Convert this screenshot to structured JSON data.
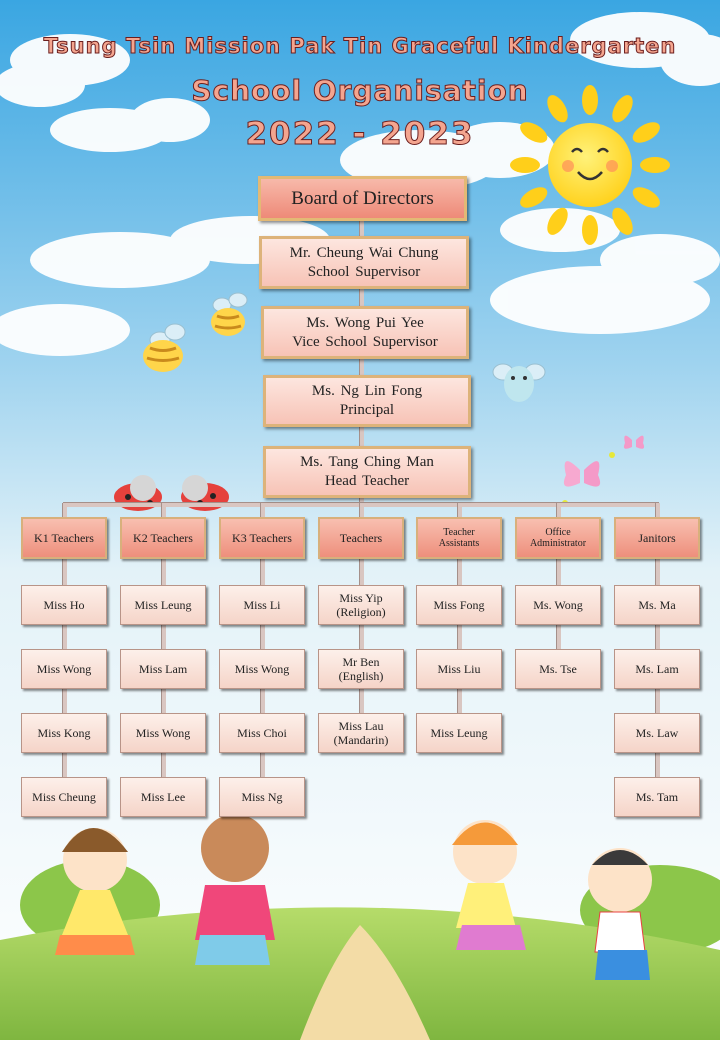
{
  "header": {
    "school_name": "Tsung Tsin Mission Pak Tin Graceful Kindergarten",
    "subtitle": "School Organisation",
    "year": "2022 - 2023"
  },
  "board": {
    "label": "Board of Directors"
  },
  "leadership": [
    {
      "name": "Mr. Cheung Wai Chung",
      "role": "School Supervisor"
    },
    {
      "name": "Ms. Wong Pui Yee",
      "role": "Vice School Supervisor"
    },
    {
      "name": "Ms. Ng Lin Fong",
      "role": "Principal"
    },
    {
      "name": "Ms. Tang Ching Man",
      "role": "Head Teacher"
    }
  ],
  "departments": [
    {
      "label": "K1 Teachers",
      "members": [
        [
          "Miss Ho"
        ],
        [
          "Miss Wong"
        ],
        [
          "Miss Kong"
        ],
        [
          "Miss Cheung"
        ]
      ]
    },
    {
      "label": "K2 Teachers",
      "members": [
        [
          "Miss Leung"
        ],
        [
          "Miss Lam"
        ],
        [
          "Miss Wong"
        ],
        [
          "Miss Lee"
        ]
      ]
    },
    {
      "label": "K3 Teachers",
      "members": [
        [
          "Miss Li"
        ],
        [
          "Miss Wong"
        ],
        [
          "Miss Choi"
        ],
        [
          "Miss Ng"
        ]
      ]
    },
    {
      "label": "Teachers",
      "members": [
        [
          "Miss Yip",
          "(Religion)"
        ],
        [
          "Mr Ben",
          "(English)"
        ],
        [
          "Miss Lau",
          "(Mandarin)"
        ]
      ]
    },
    {
      "label": "Teacher|Assistants",
      "members": [
        [
          "Miss Fong"
        ],
        [
          "Miss Liu"
        ],
        [
          "Miss Leung"
        ]
      ]
    },
    {
      "label": "Office|Administrator",
      "members": [
        [
          "Ms. Wong"
        ],
        [
          "Ms. Tse"
        ]
      ]
    },
    {
      "label": "Janitors",
      "members": [
        [
          "Ms. Ma"
        ],
        [
          "Ms. Lam"
        ],
        [
          "Ms. Law"
        ],
        [
          "Ms. Tam"
        ]
      ]
    }
  ],
  "colors": {
    "sky_top": "#4fb3e8",
    "sky_bottom": "#cfeaf7",
    "grass": "#9fcf55",
    "path": "#f2d9a0",
    "title_fill": "#f4a58f",
    "title_stroke": "#6b1e1e",
    "box_border": "#ddb37a"
  },
  "icons": [
    "sun-icon",
    "bee-icon",
    "ladybug-icon",
    "butterfly-icon",
    "children-illustration",
    "cloud-icon"
  ]
}
